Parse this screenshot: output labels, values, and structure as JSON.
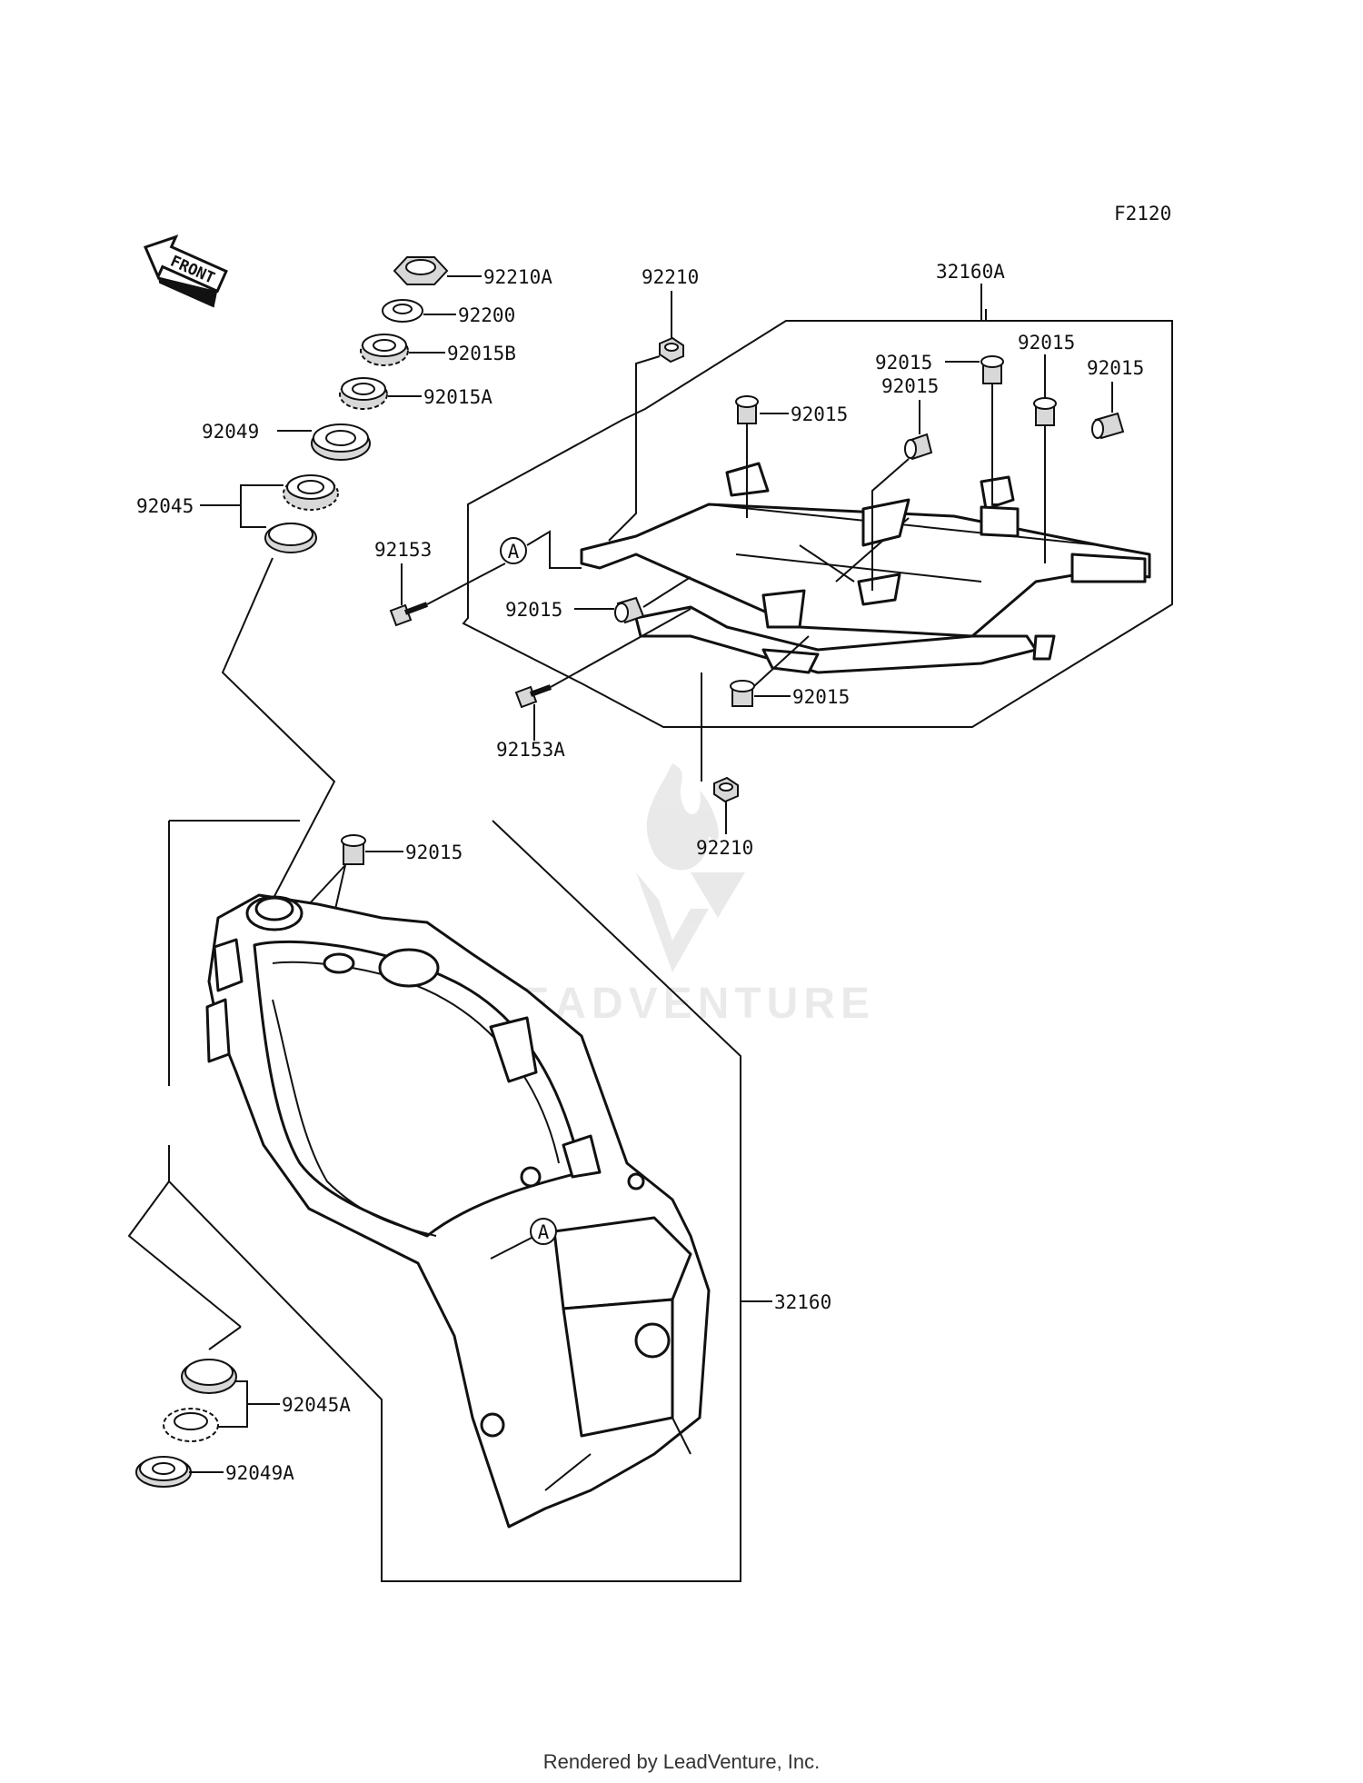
{
  "diagram_code": "F2120",
  "front_label": "FRONT",
  "callout_letter": "A",
  "footer": "Rendered by LeadVenture, Inc.",
  "watermark": "LEADVENTURE",
  "labels": {
    "l_92210A": "92210A",
    "l_92200": "92200",
    "l_92015B": "92015B",
    "l_92015A": "92015A",
    "l_92049": "92049",
    "l_92045": "92045",
    "l_92210_top": "92210",
    "l_32160A": "32160A",
    "l_92015_sub1": "92015",
    "l_92015_sub2": "92015",
    "l_92015_sub3": "92015",
    "l_92015_sub4": "92015",
    "l_92015_sub5": "92015",
    "l_92153": "92153",
    "l_92015_sub6": "92015",
    "l_92153A": "92153A",
    "l_92015_sub7": "92015",
    "l_92210_bot": "92210",
    "l_92015_main": "92015",
    "l_32160": "32160",
    "l_92045A": "92045A",
    "l_92049A": "92049A"
  }
}
